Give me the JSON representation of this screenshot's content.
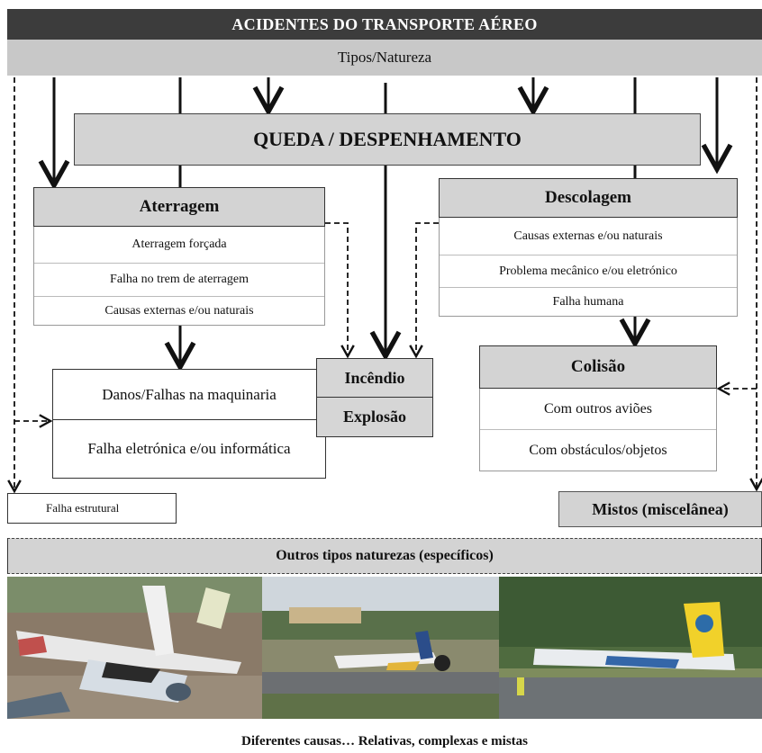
{
  "header": {
    "title": "ACIDENTES DO TRANSPORTE AÉREO",
    "subtitle": "Tipos/Natureza"
  },
  "queda": {
    "label": "QUEDA / DESPENHAMENTO"
  },
  "aterragem": {
    "title": "Aterragem",
    "items": [
      "Aterragem forçada",
      "Falha no trem de aterragem",
      "Causas externas  e/ou naturais"
    ]
  },
  "descolagem": {
    "title": "Descolagem",
    "items": [
      "Causas externas  e/ou naturais",
      "Problema mecânico e/ou eletrónico",
      "Falha humana"
    ]
  },
  "danos": {
    "items": [
      "Danos/Falhas na maquinaria",
      "Falha eletrónica e/ou informática"
    ]
  },
  "fogo": {
    "items": [
      "Incêndio",
      "Explosão"
    ]
  },
  "colisao": {
    "title": "Colisão",
    "items": [
      "Com outros aviões",
      "Com obstáculos/objetos"
    ]
  },
  "falha_estrutural": {
    "label": "Falha estrutural"
  },
  "mistos": {
    "label": "Mistos (miscelânea)"
  },
  "outros": {
    "label": "Outros tipos naturezas (específicos)"
  },
  "footer": {
    "label": "Diferentes causas… Relativas, complexas e mistas"
  },
  "colors": {
    "title_bg": "#3c3c3c",
    "subtitle_bg": "#c8c8c8",
    "header_box_bg": "#d3d3d3"
  }
}
